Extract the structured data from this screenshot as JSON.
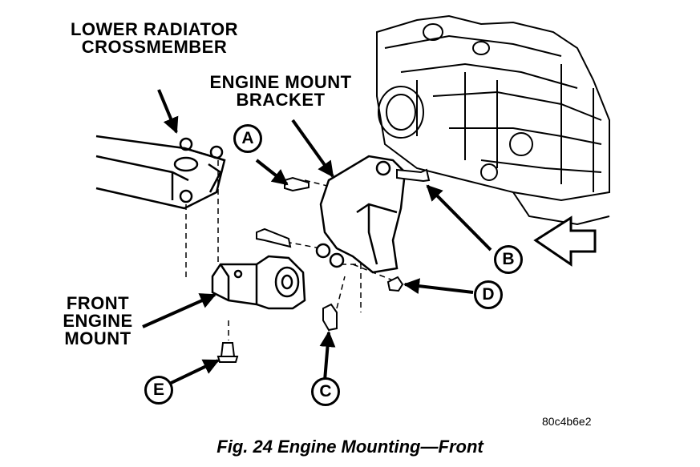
{
  "labels": {
    "lower_radiator_line1": "LOWER RADIATOR",
    "lower_radiator_line2": "CROSSMEMBER",
    "engine_mount_bracket_line1": "ENGINE MOUNT",
    "engine_mount_bracket_line2": "BRACKET",
    "front_engine_mount_line1": "FRONT",
    "front_engine_mount_line2": "ENGINE",
    "front_engine_mount_line3": "MOUNT"
  },
  "callouts": {
    "a": "A",
    "b": "B",
    "c": "C",
    "d": "D",
    "e": "E"
  },
  "image_code": "80c4b6e2",
  "caption": "Fig. 24 Engine Mounting—Front",
  "colors": {
    "ink": "#000000",
    "paper": "#ffffff"
  }
}
